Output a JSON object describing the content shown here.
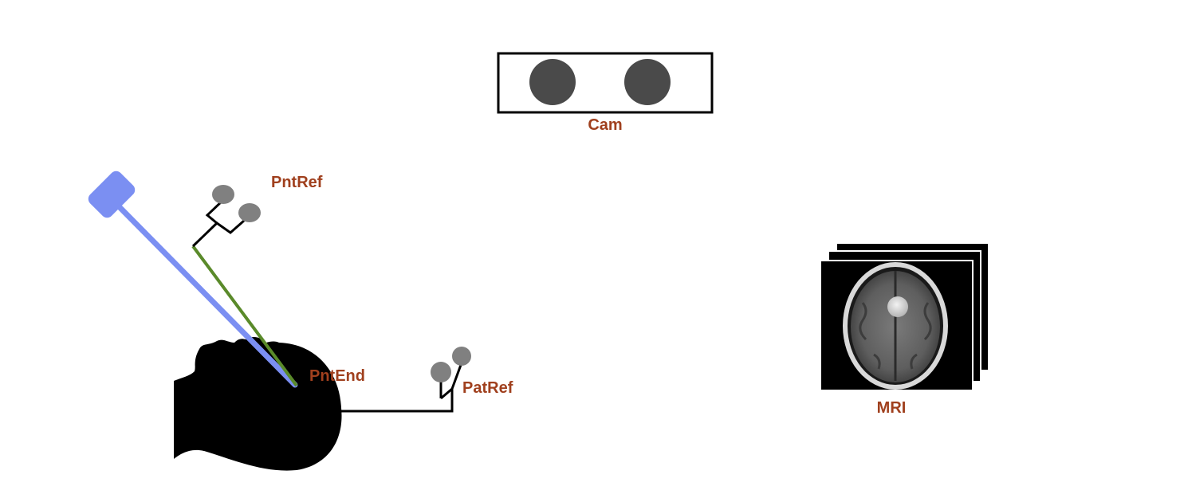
{
  "labels": {
    "cam": "Cam",
    "pnt_ref": "PntRef",
    "pnt_end": "PntEnd",
    "pat_ref": "PatRef",
    "mri": "MRI"
  },
  "colors": {
    "label": "#a0401e",
    "background": "#ffffff",
    "head": "#000000",
    "camera_lens": "#4a4a4a",
    "marker": "#808080",
    "pointer_blue": "#7b8ff2",
    "pointer_green": "#5a8a2a",
    "mri_background": "#000000"
  },
  "icons": {
    "camera": "stereo-camera-icon",
    "head": "patient-head-silhouette",
    "pointer": "tracked-pointer-tool",
    "mri": "mri-slice-stack-icon"
  }
}
